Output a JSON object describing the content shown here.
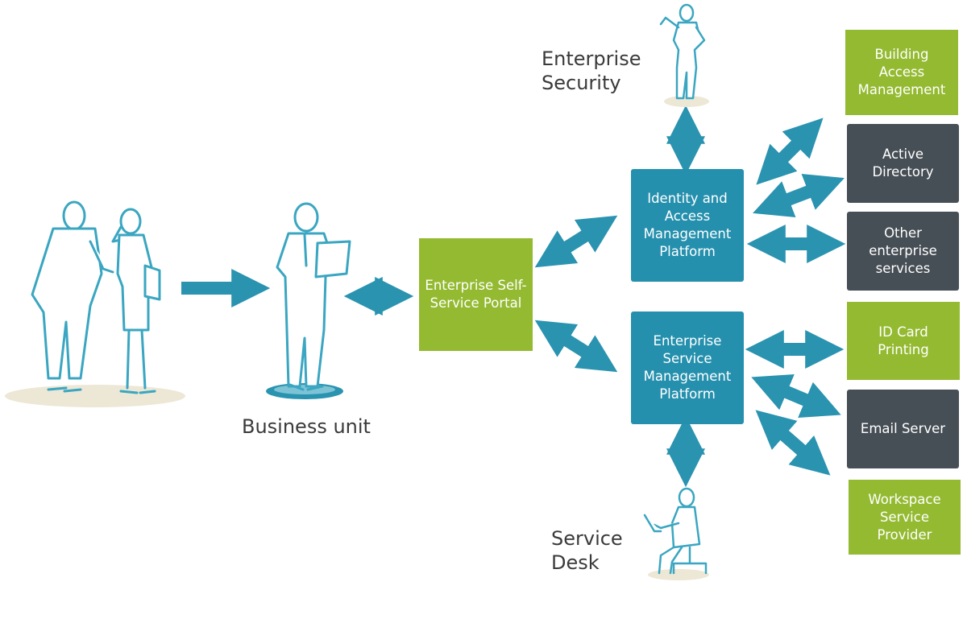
{
  "colors": {
    "green": "#94ba32",
    "teal": "#2590ad",
    "dark": "#474f56",
    "arrow": "#2a93b0",
    "figure_stroke": "#3aa6c1",
    "shadow": "#ede7d6"
  },
  "labels": {
    "business_unit": "Business unit",
    "enterprise_security": "Enterprise\nSecurity",
    "service_desk": "Service\nDesk"
  },
  "boxes": {
    "self_service_portal": "Enterprise Self-\nService Portal",
    "iam_platform": "Identity and\nAccess\nManagement\nPlatform",
    "esm_platform": "Enterprise\nService\nManagement\nPlatform",
    "building_access": "Building\nAccess\nManagement",
    "active_directory": "Active\nDirectory",
    "other_services": "Other\nenterprise\nservices",
    "id_card": "ID Card\nPrinting",
    "email_server": "Email Server",
    "workspace": "Workspace\nService\nProvider"
  },
  "icons": {
    "handshake": "handshake-people-icon",
    "business_person": "business-person-laptop-icon",
    "security_person": "security-officer-icon",
    "service_desk_person": "service-desk-agent-icon"
  }
}
